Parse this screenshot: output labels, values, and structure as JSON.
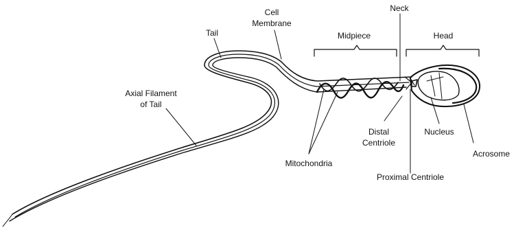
{
  "labels": {
    "tail": "Tail",
    "cell_membrane_1": "Cell",
    "cell_membrane_2": "Membrane",
    "neck": "Neck",
    "midpiece": "Midpiece",
    "head": "Head",
    "axial_filament_1": "Axial Filament",
    "axial_filament_2": "of Tail",
    "distal_centriole_1": "Distal",
    "distal_centriole_2": "Centriole",
    "nucleus": "Nucleus",
    "acrosome": "Acrosome",
    "mitochondria": "Mitochondria",
    "proximal_centriole": "Proximal Centriole"
  },
  "colors": {
    "ink": "#111111",
    "background": "#ffffff"
  }
}
